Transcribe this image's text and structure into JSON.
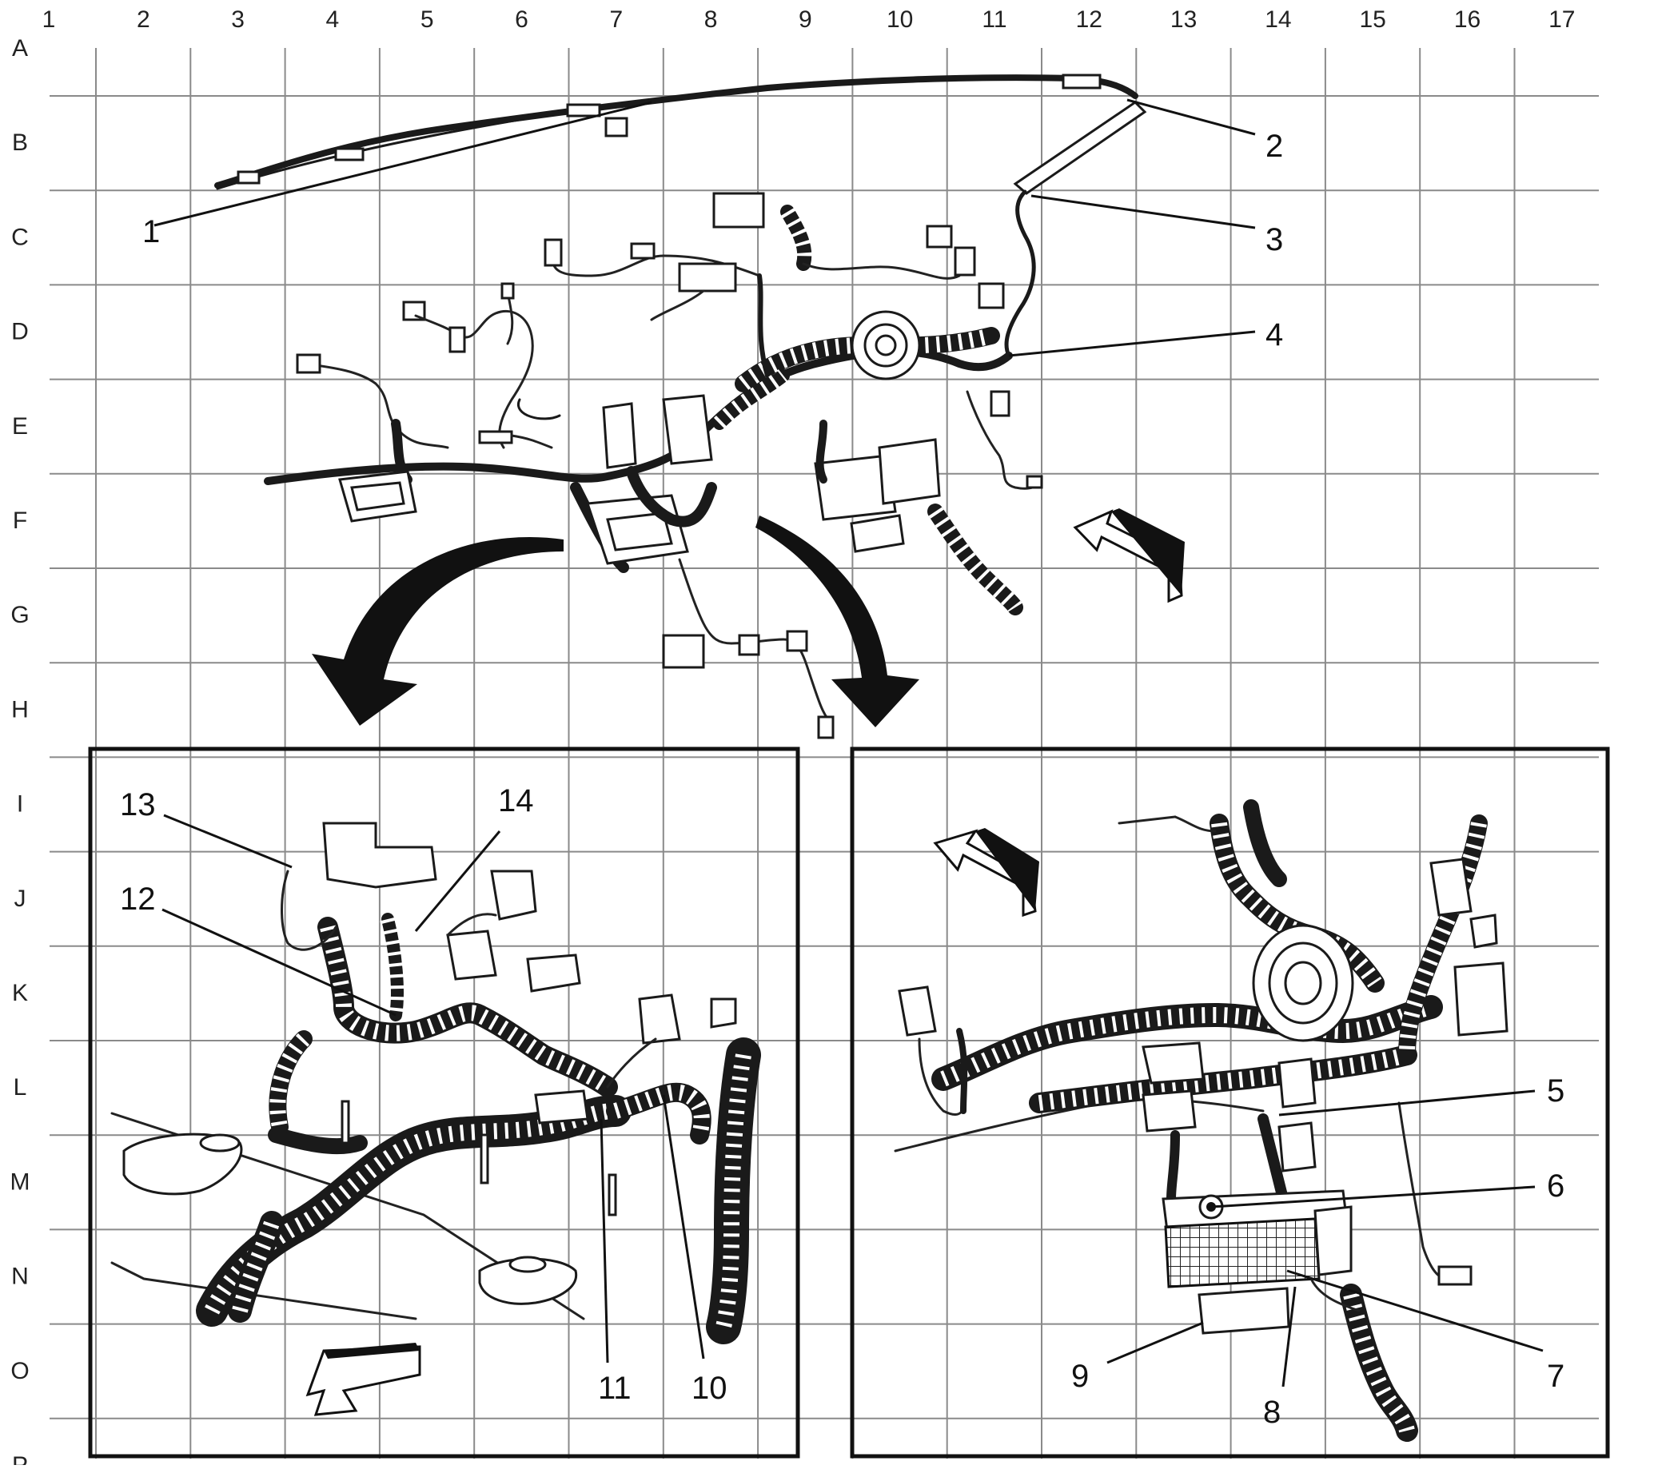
{
  "grid": {
    "columns": [
      "1",
      "2",
      "3",
      "4",
      "5",
      "6",
      "7",
      "8",
      "9",
      "10",
      "11",
      "12",
      "13",
      "14",
      "15",
      "16",
      "17"
    ],
    "rows": [
      "A",
      "B",
      "C",
      "D",
      "E",
      "F",
      "G",
      "H",
      "I",
      "J",
      "K",
      "L",
      "M",
      "N",
      "O",
      "P"
    ]
  },
  "callouts": [
    "1",
    "2",
    "3",
    "4",
    "5",
    "6",
    "7",
    "8",
    "9",
    "10",
    "11",
    "12",
    "13",
    "14"
  ],
  "colors": {
    "line": "#1a1a1a",
    "grid": "#8a8a8a",
    "background": "#ffffff"
  }
}
